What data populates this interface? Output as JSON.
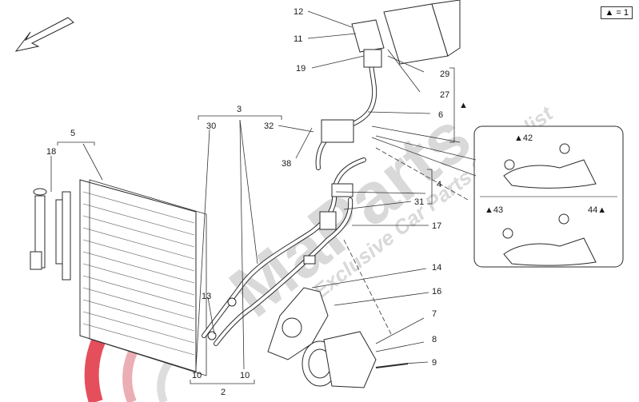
{
  "legend": {
    "symbol": "▲",
    "text": "= 1"
  },
  "watermark": {
    "brand": "MaParts",
    "tagline": "Exclusive Car Parts Specialist"
  },
  "labels": {
    "l12": "12",
    "l11": "11",
    "l19": "19",
    "l29": "29",
    "l27": "27",
    "l6": "6",
    "l3": "3",
    "l30": "30",
    "l32": "32",
    "l5": "5",
    "l18": "18",
    "l38": "38",
    "l4": "4",
    "l31": "31",
    "l17": "17",
    "l14": "14",
    "l16": "16",
    "l13": "13",
    "l7": "7",
    "l8": "8",
    "l9": "9",
    "l10a": "10",
    "l10b": "10",
    "l2": "2",
    "l42": "▲42",
    "l43": "▲43",
    "l44": "44▲",
    "ltri": "▲"
  },
  "colors": {
    "line": "#2a2a2a",
    "watermark": "#d9d9d9",
    "logo_red": "#e03040"
  }
}
